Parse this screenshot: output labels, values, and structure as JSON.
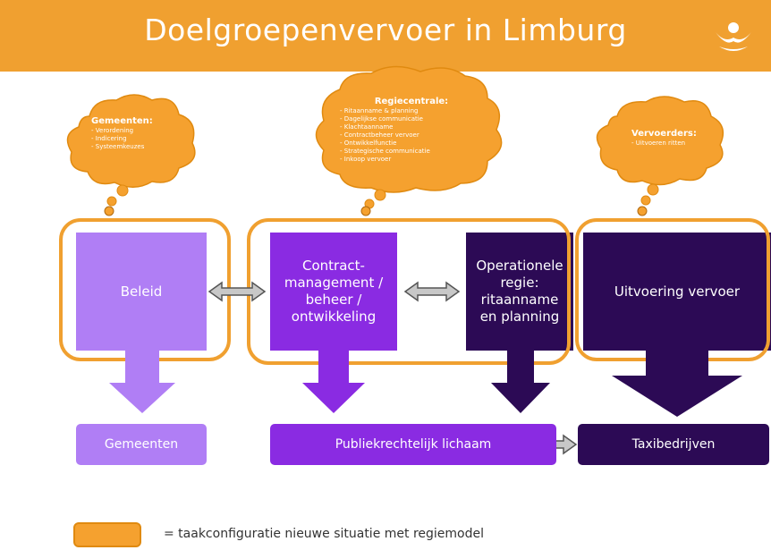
{
  "header": {
    "title": "Doelgroepenvervoer in Limburg"
  },
  "clouds": {
    "gemeenten": {
      "title": "Gemeenten:",
      "items": [
        "Verordening",
        "Indicering",
        "Systeemkeuzes"
      ]
    },
    "regiecentrale": {
      "title": "Regiecentrale:",
      "items": [
        "Ritaanname & planning",
        "Dagelijkse communicatie",
        "Klachtaanname",
        "Contractbeheer vervoer",
        "Ontwikkelfunctie",
        "Strategische communicatie",
        "Inkoop vervoer"
      ]
    },
    "vervoerders": {
      "title": "Vervoerders:",
      "items": [
        "Uitvoeren ritten"
      ]
    }
  },
  "boxes": {
    "beleid": "Beleid",
    "contract": [
      "Contract-",
      "management /",
      "beheer /",
      "ontwikkeling"
    ],
    "operationele": [
      "Operationele",
      "regie:",
      "ritaanname",
      "en planning"
    ],
    "uitvoering": "Uitvoering vervoer"
  },
  "bottom": {
    "gemeenten": "Gemeenten",
    "publiek": "Publiekrechtelijk lichaam",
    "taxi": "Taxibedrijven"
  },
  "legend": {
    "text": "= taakconfiguratie nieuwe situatie met regiemodel"
  },
  "colors": {
    "header": "#f0a030",
    "cloud": "#f5a12f",
    "beleid": "#b07ef5",
    "contract": "#8a2be2",
    "operationele": "#2c0a55",
    "outline": "#f0a030"
  }
}
